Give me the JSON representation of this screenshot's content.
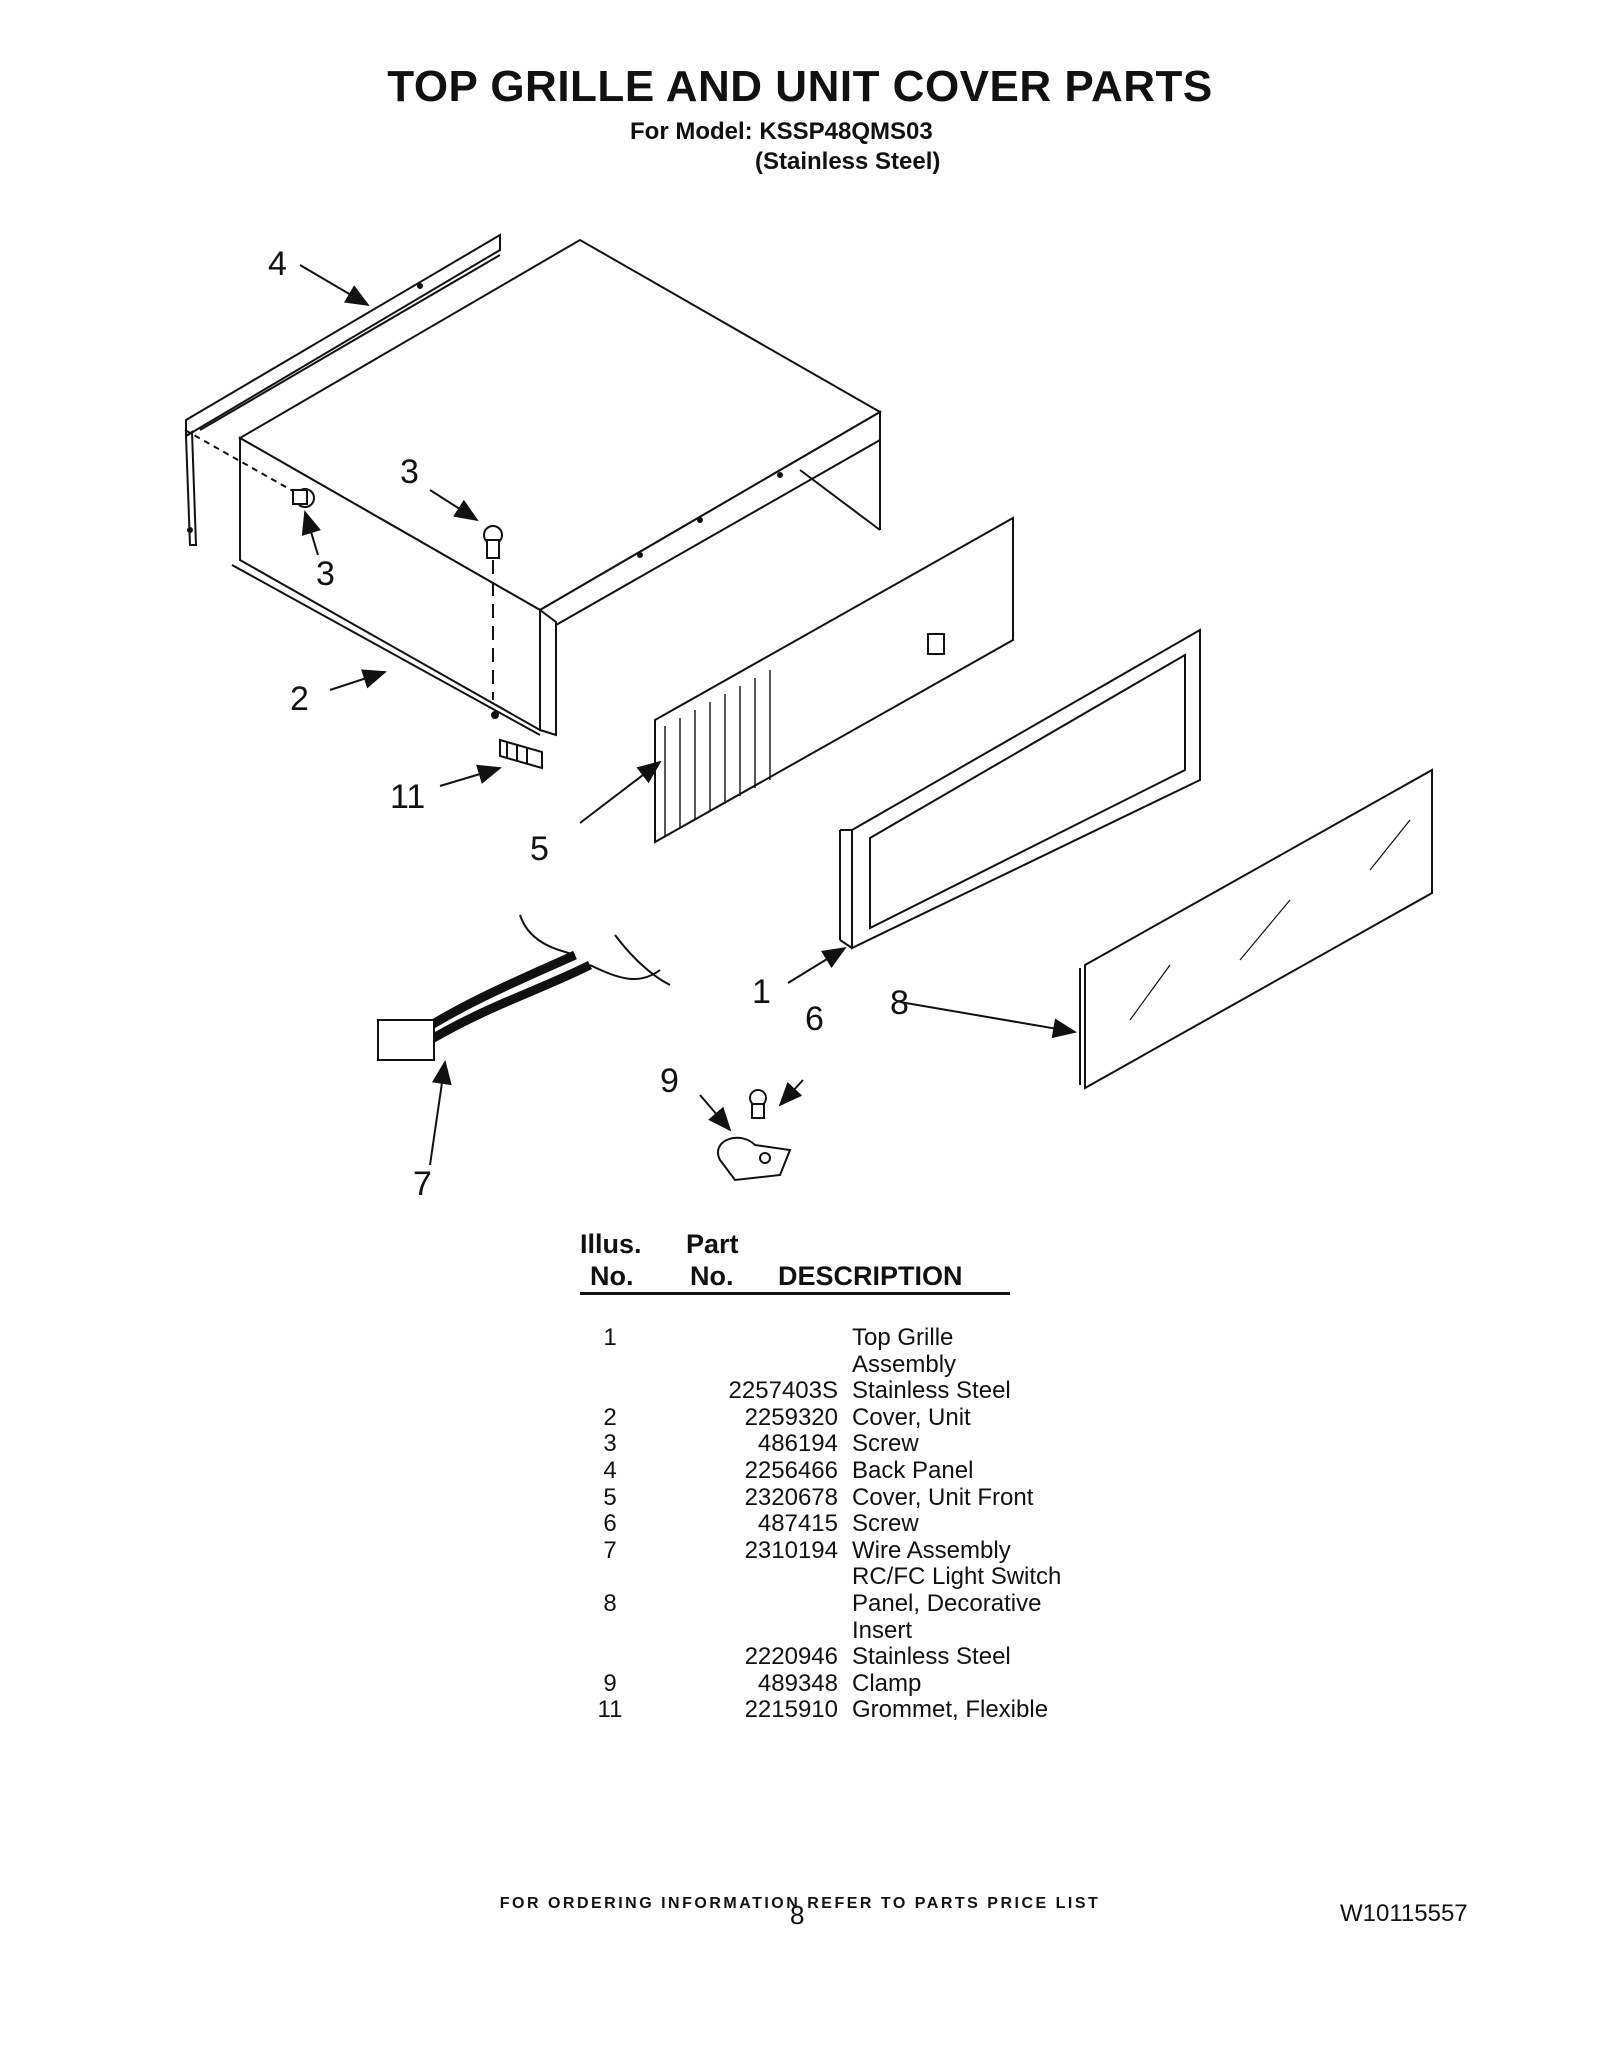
{
  "header": {
    "title": "TOP GRILLE AND UNIT COVER PARTS",
    "model_line": "For Model: KSSP48QMS03",
    "finish_line": "(Stainless Steel)"
  },
  "diagram": {
    "callouts": {
      "c1": "1",
      "c2": "2",
      "c3a": "3",
      "c3b": "3",
      "c4": "4",
      "c5": "5",
      "c6": "6",
      "c7": "7",
      "c8": "8",
      "c9": "9",
      "c11": "11"
    }
  },
  "table": {
    "headers": {
      "illus_line1": "Illus.",
      "illus_line2": "No.",
      "part_line1": "Part",
      "part_line2": "No.",
      "description": "DESCRIPTION"
    },
    "rows": [
      {
        "no": "1",
        "part": "",
        "desc": "Top Grille"
      },
      {
        "no": "",
        "part": "",
        "desc": "Assembly"
      },
      {
        "no": "",
        "part": "2257403S",
        "desc": "Stainless Steel"
      },
      {
        "no": "2",
        "part": "2259320",
        "desc": "Cover, Unit"
      },
      {
        "no": "3",
        "part": "486194",
        "desc": "Screw"
      },
      {
        "no": "4",
        "part": "2256466",
        "desc": "Back Panel"
      },
      {
        "no": "5",
        "part": "2320678",
        "desc": "Cover, Unit Front"
      },
      {
        "no": "6",
        "part": "487415",
        "desc": "Screw"
      },
      {
        "no": "7",
        "part": "2310194",
        "desc": "Wire Assembly"
      },
      {
        "no": "",
        "part": "",
        "desc": "RC/FC Light Switch"
      },
      {
        "no": "8",
        "part": "",
        "desc": "Panel, Decorative"
      },
      {
        "no": "",
        "part": "",
        "desc": "Insert"
      },
      {
        "no": "",
        "part": "2220946",
        "desc": "Stainless Steel"
      },
      {
        "no": "9",
        "part": "489348",
        "desc": "Clamp"
      },
      {
        "no": "11",
        "part": "2215910",
        "desc": "Grommet, Flexible"
      }
    ]
  },
  "footer": {
    "note": "FOR ORDERING INFORMATION REFER TO PARTS PRICE LIST",
    "page": "8",
    "doc_id": "W10115557"
  }
}
